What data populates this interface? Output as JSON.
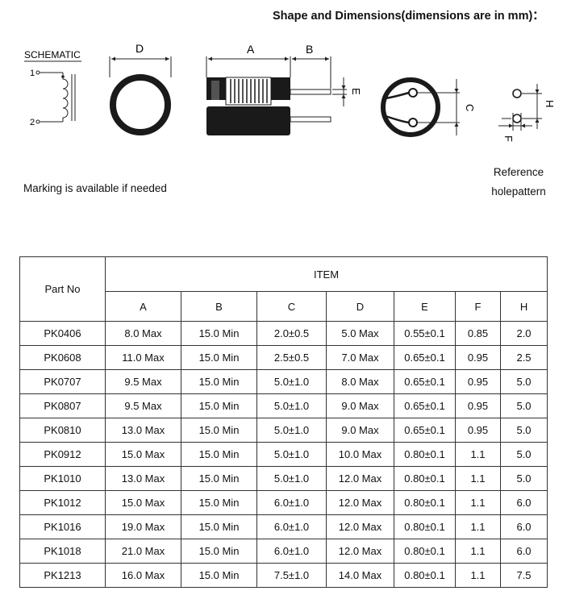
{
  "title": "Shape and Dimensions(dimensions are in mm)：",
  "schematic": {
    "label": "SCHEMATIC",
    "pin1": "1",
    "pin2": "2"
  },
  "dimension_labels": {
    "D": "D",
    "A": "A",
    "B": "B",
    "E": "E",
    "C": "C",
    "H": "H",
    "F": "F"
  },
  "marking_note": "Marking is available if needed",
  "reference": {
    "line1": "Reference",
    "line2": "holepattern"
  },
  "colors": {
    "coil_body": "#1a1a1a",
    "line": "#222222"
  },
  "table": {
    "part_no_header": "Part No",
    "item_header": "ITEM",
    "columns": [
      "A",
      "B",
      "C",
      "D",
      "E",
      "F",
      "H"
    ],
    "rows": [
      {
        "part": "PK0406",
        "cells": [
          "8.0 Max",
          "15.0 Min",
          "2.0±0.5",
          "5.0 Max",
          "0.55±0.1",
          "0.85",
          "2.0"
        ]
      },
      {
        "part": "PK0608",
        "cells": [
          "11.0 Max",
          "15.0 Min",
          "2.5±0.5",
          "7.0 Max",
          "0.65±0.1",
          "0.95",
          "2.5"
        ]
      },
      {
        "part": "PK0707",
        "cells": [
          "9.5 Max",
          "15.0 Min",
          "5.0±1.0",
          "8.0 Max",
          "0.65±0.1",
          "0.95",
          "5.0"
        ]
      },
      {
        "part": "PK0807",
        "cells": [
          "9.5 Max",
          "15.0 Min",
          "5.0±1.0",
          "9.0 Max",
          "0.65±0.1",
          "0.95",
          "5.0"
        ]
      },
      {
        "part": "PK0810",
        "cells": [
          "13.0 Max",
          "15.0 Min",
          "5.0±1.0",
          "9.0 Max",
          "0.65±0.1",
          "0.95",
          "5.0"
        ]
      },
      {
        "part": "PK0912",
        "cells": [
          "15.0 Max",
          "15.0 Min",
          "5.0±1.0",
          "10.0 Max",
          "0.80±0.1",
          "1.1",
          "5.0"
        ]
      },
      {
        "part": "PK1010",
        "cells": [
          "13.0 Max",
          "15.0 Min",
          "5.0±1.0",
          "12.0 Max",
          "0.80±0.1",
          "1.1",
          "5.0"
        ]
      },
      {
        "part": "PK1012",
        "cells": [
          "15.0 Max",
          "15.0 Min",
          "6.0±1.0",
          "12.0 Max",
          "0.80±0.1",
          "1.1",
          "6.0"
        ]
      },
      {
        "part": "PK1016",
        "cells": [
          "19.0 Max",
          "15.0 Min",
          "6.0±1.0",
          "12.0 Max",
          "0.80±0.1",
          "1.1",
          "6.0"
        ]
      },
      {
        "part": "PK1018",
        "cells": [
          "21.0 Max",
          "15.0 Min",
          "6.0±1.0",
          "12.0 Max",
          "0.80±0.1",
          "1.1",
          "6.0"
        ]
      },
      {
        "part": "PK1213",
        "cells": [
          "16.0 Max",
          "15.0 Min",
          "7.5±1.0",
          "14.0 Max",
          "0.80±0.1",
          "1.1",
          "7.5"
        ]
      }
    ]
  }
}
